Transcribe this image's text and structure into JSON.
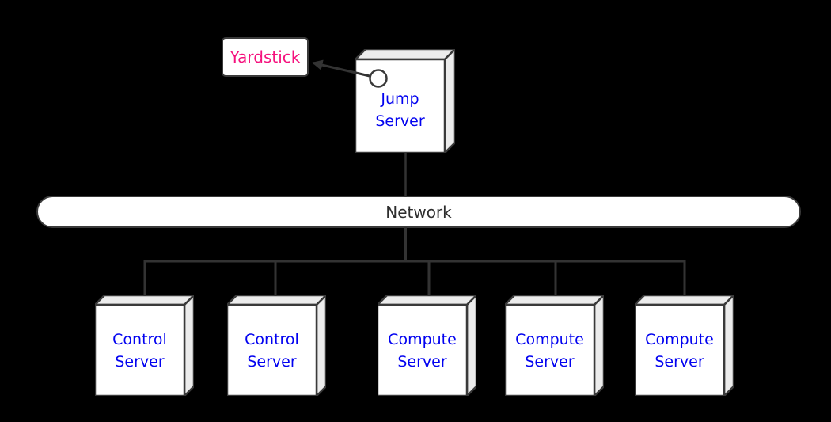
{
  "nodes": {
    "yardstick": {
      "label": "Yardstick"
    },
    "jump_server": {
      "label": "Jump Server"
    },
    "network": {
      "label": "Network"
    },
    "servers": [
      {
        "label": "Control Server"
      },
      {
        "label": "Control Server"
      },
      {
        "label": "Compute Server"
      },
      {
        "label": "Compute Server"
      },
      {
        "label": "Compute Server"
      }
    ]
  },
  "icons": {
    "port_circle": "connection-port-circle",
    "arrow": "jump-server-to-yardstick-arrow"
  },
  "colors": {
    "background": "#000000",
    "node_fill": "#ffffff",
    "node_shade": "#ececec",
    "node_border": "#3a3a3a",
    "connector_line": "#333333",
    "server_label": "#0202f0",
    "yardstick_label": "#f5127e",
    "network_label": "#2e2e2e"
  }
}
